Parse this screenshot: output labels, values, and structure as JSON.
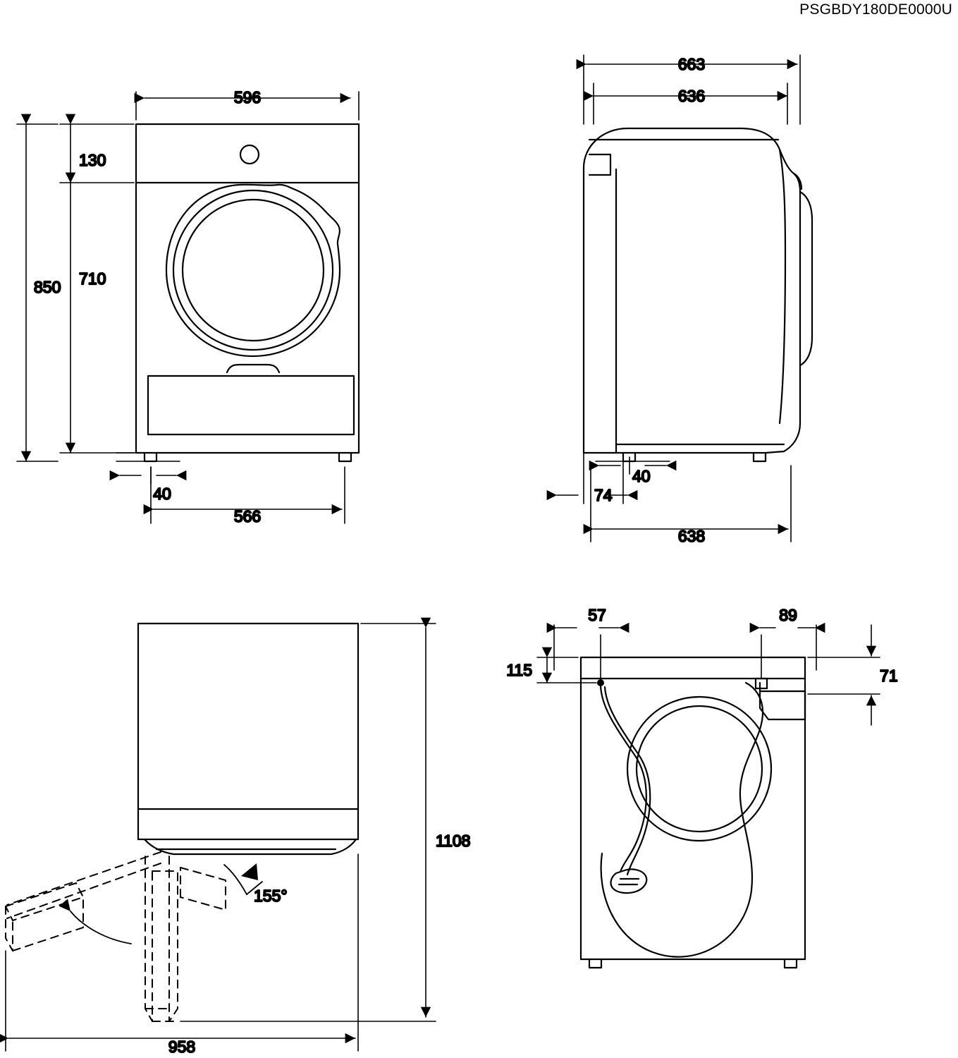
{
  "document": {
    "code": "PSGBDY180DE0000U",
    "type": "technical-dimension-drawing",
    "subject": "tumble dryer / washing machine outline dimensions",
    "units": "mm"
  },
  "views": {
    "front": {
      "name": "front-view",
      "dimensions": {
        "width": "596",
        "total_height": "850",
        "body_height": "710",
        "top_panel_height": "130",
        "foot_height": "40",
        "foot_span": "566"
      }
    },
    "side": {
      "name": "side-view",
      "dimensions": {
        "depth_with_door": "663",
        "depth_body": "636",
        "depth_base": "638",
        "foot_height": "40",
        "front_offset": "74"
      }
    },
    "top_door_swing": {
      "name": "top-view-door-swing",
      "dimensions": {
        "door_open_depth": "1108",
        "total_width_open": "958",
        "door_opening_angle": "155°"
      }
    },
    "rear": {
      "name": "rear-view",
      "dimensions": {
        "cable_offset_left": "57",
        "hose_offset_right": "89",
        "cable_height": "115",
        "hose_height": "71"
      }
    }
  },
  "labels": {
    "d596": "596",
    "d130": "130",
    "d710": "710",
    "d850": "850",
    "d40_front": "40",
    "d566": "566",
    "d663": "663",
    "d636": "636",
    "d40_side": "40",
    "d74": "74",
    "d638": "638",
    "d1108": "1108",
    "d958": "958",
    "angle155": "155°",
    "d57": "57",
    "d89": "89",
    "d115": "115",
    "d71": "71"
  }
}
